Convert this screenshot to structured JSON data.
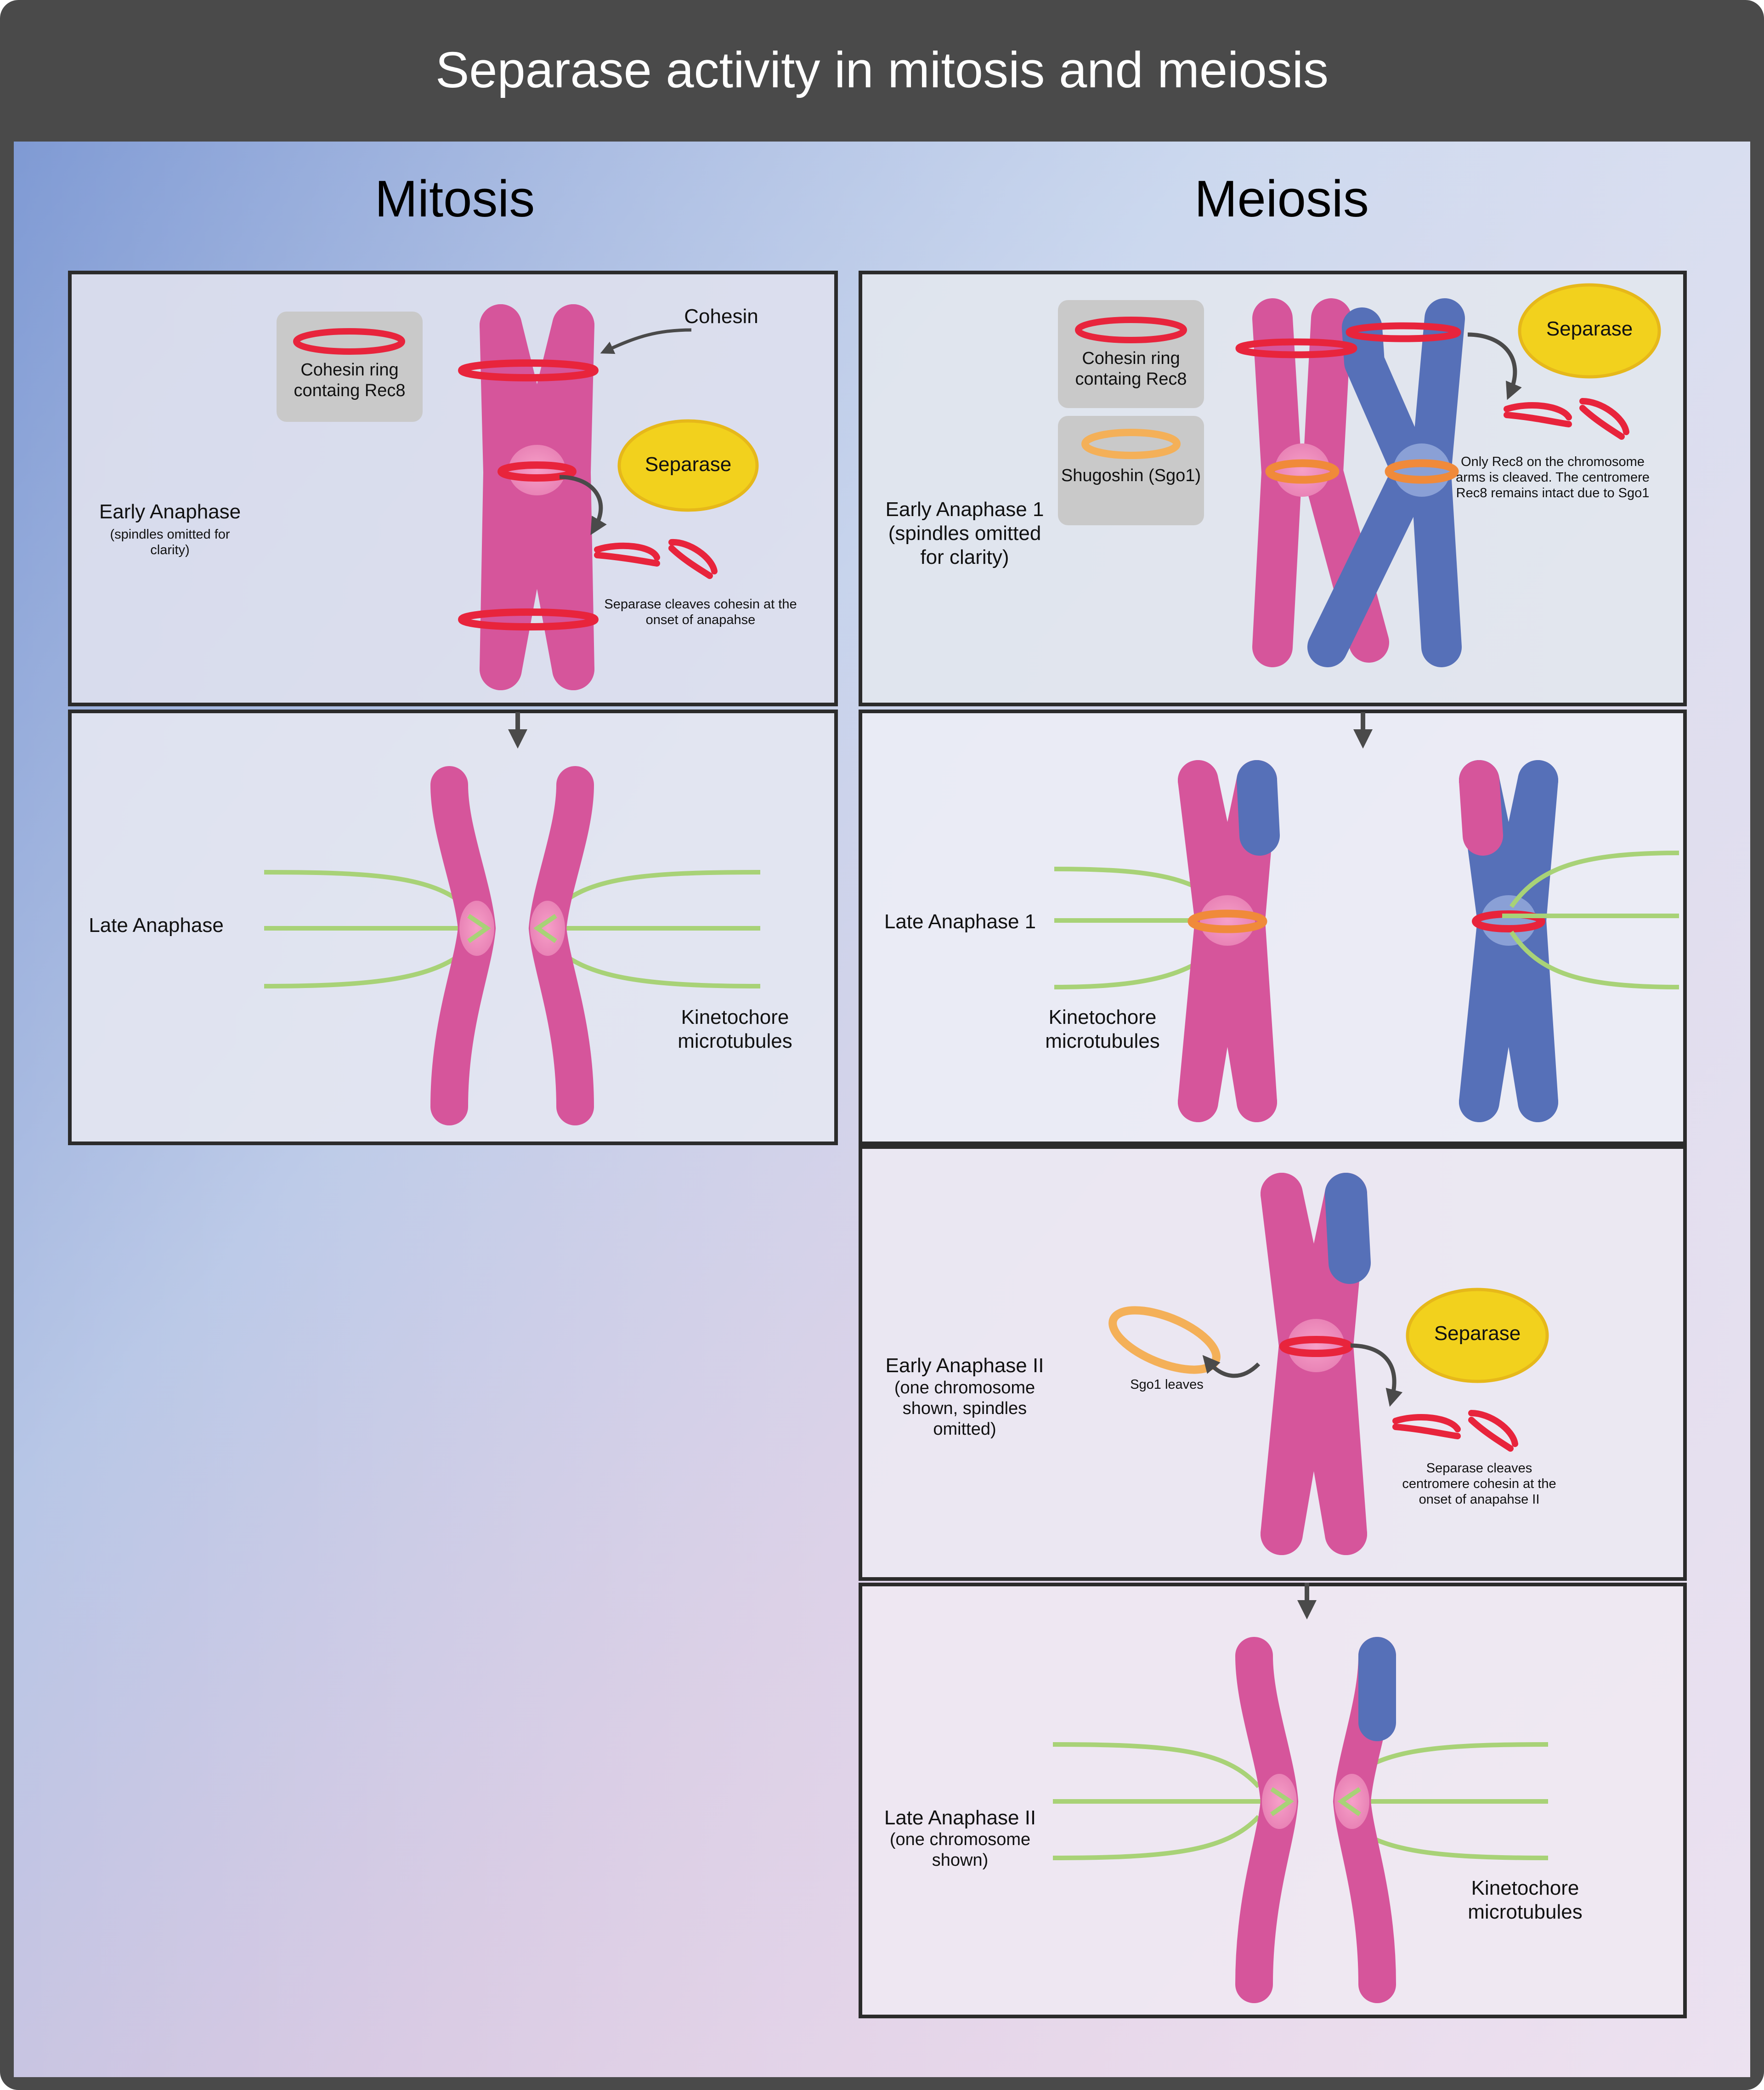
{
  "title": "Separase activity in mitosis and meiosis",
  "colors": {
    "header": "#4a4a4a",
    "chromosome_magenta": "#d6559b",
    "chromosome_blue": "#5670b8",
    "cohesin": "#e8243c",
    "shugoshin": "#f4b058",
    "separase": "#f2d11d",
    "microtubule": "#a8d277"
  },
  "columns": {
    "mitosis": "Mitosis",
    "meiosis": "Meiosis"
  },
  "mitosis": {
    "early": {
      "stage": "Early Anaphase",
      "stage_note": "(spindles omitted for clarity)",
      "legend_cohesin": "Cohesin ring containg Rec8",
      "cohesin_callout": "Cohesin",
      "separase": "Separase",
      "caption": "Separase cleaves cohesin at the onset of anapahse"
    },
    "late": {
      "stage": "Late Anaphase",
      "microtubules": "Kinetochore microtubules"
    }
  },
  "meiosis": {
    "early1": {
      "stage": "Early Anaphase 1 (spindles omitted for clarity)",
      "legend_cohesin": "Cohesin ring containg Rec8",
      "legend_shugoshin": "Shugoshin (Sgo1)",
      "separase": "Separase",
      "caption": "Only Rec8 on the chromosome arms is cleaved. The centromere Rec8 remains intact due to Sgo1"
    },
    "late1": {
      "stage": "Late Anaphase 1",
      "microtubules": "Kinetochore microtubules"
    },
    "early2": {
      "stage": "Early Anaphase II",
      "stage_note": "(one chromosome shown, spindles omitted)",
      "sgo1_caption": "Sgo1 leaves",
      "separase": "Separase",
      "caption": "Separase cleaves centromere cohesin at the onset of anapahse II"
    },
    "late2": {
      "stage": "Late Anaphase II",
      "stage_note": "(one chromosome shown)",
      "microtubules": "Kinetochore microtubules"
    }
  }
}
